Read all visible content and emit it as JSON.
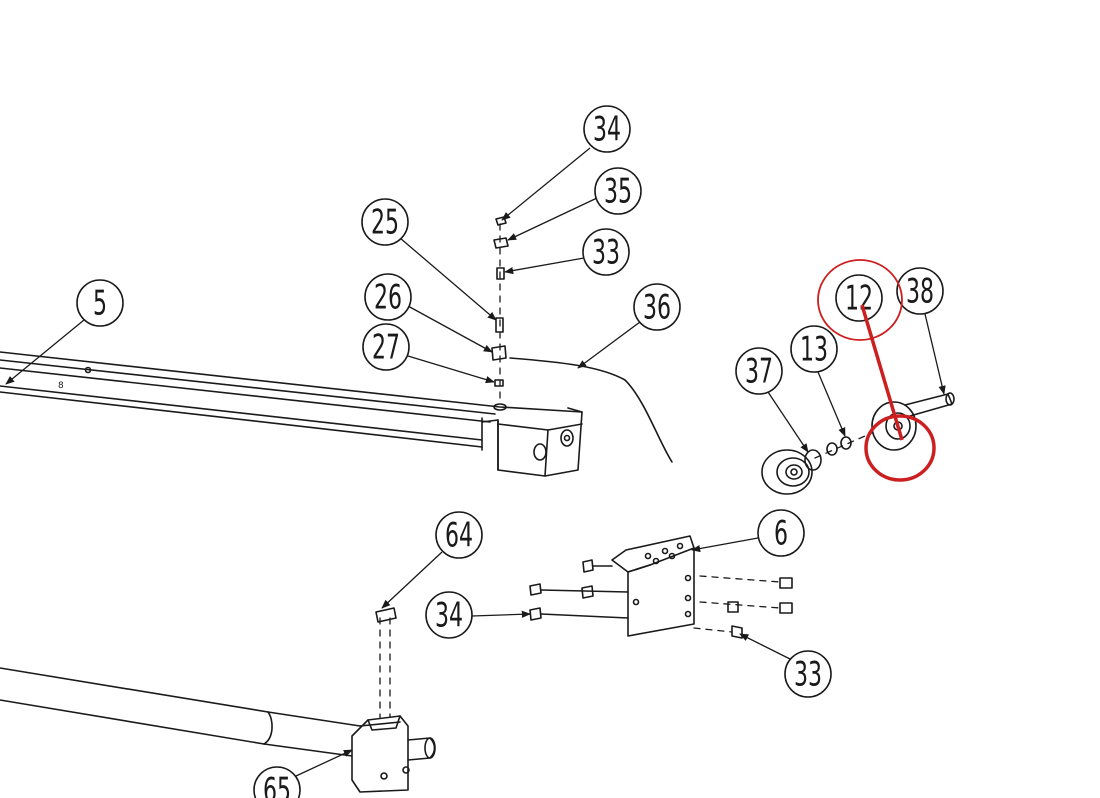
{
  "diagram": {
    "type": "exploded-parts-view",
    "callouts": [
      {
        "id": "c34a",
        "label": "34"
      },
      {
        "id": "c35",
        "label": "35"
      },
      {
        "id": "c33a",
        "label": "33"
      },
      {
        "id": "c25",
        "label": "25"
      },
      {
        "id": "c26",
        "label": "26"
      },
      {
        "id": "c27",
        "label": "27"
      },
      {
        "id": "c36",
        "label": "36"
      },
      {
        "id": "c5",
        "label": "5"
      },
      {
        "id": "c12",
        "label": "12"
      },
      {
        "id": "c38",
        "label": "38"
      },
      {
        "id": "c13",
        "label": "13"
      },
      {
        "id": "c37",
        "label": "37"
      },
      {
        "id": "c6",
        "label": "6"
      },
      {
        "id": "c64",
        "label": "64"
      },
      {
        "id": "c34b",
        "label": "34"
      },
      {
        "id": "c33b",
        "label": "33"
      },
      {
        "id": "c65",
        "label": "65"
      }
    ],
    "beam_mark": "8",
    "annotation": {
      "color": "#cc1f1f",
      "highlighted_part": "12"
    }
  }
}
